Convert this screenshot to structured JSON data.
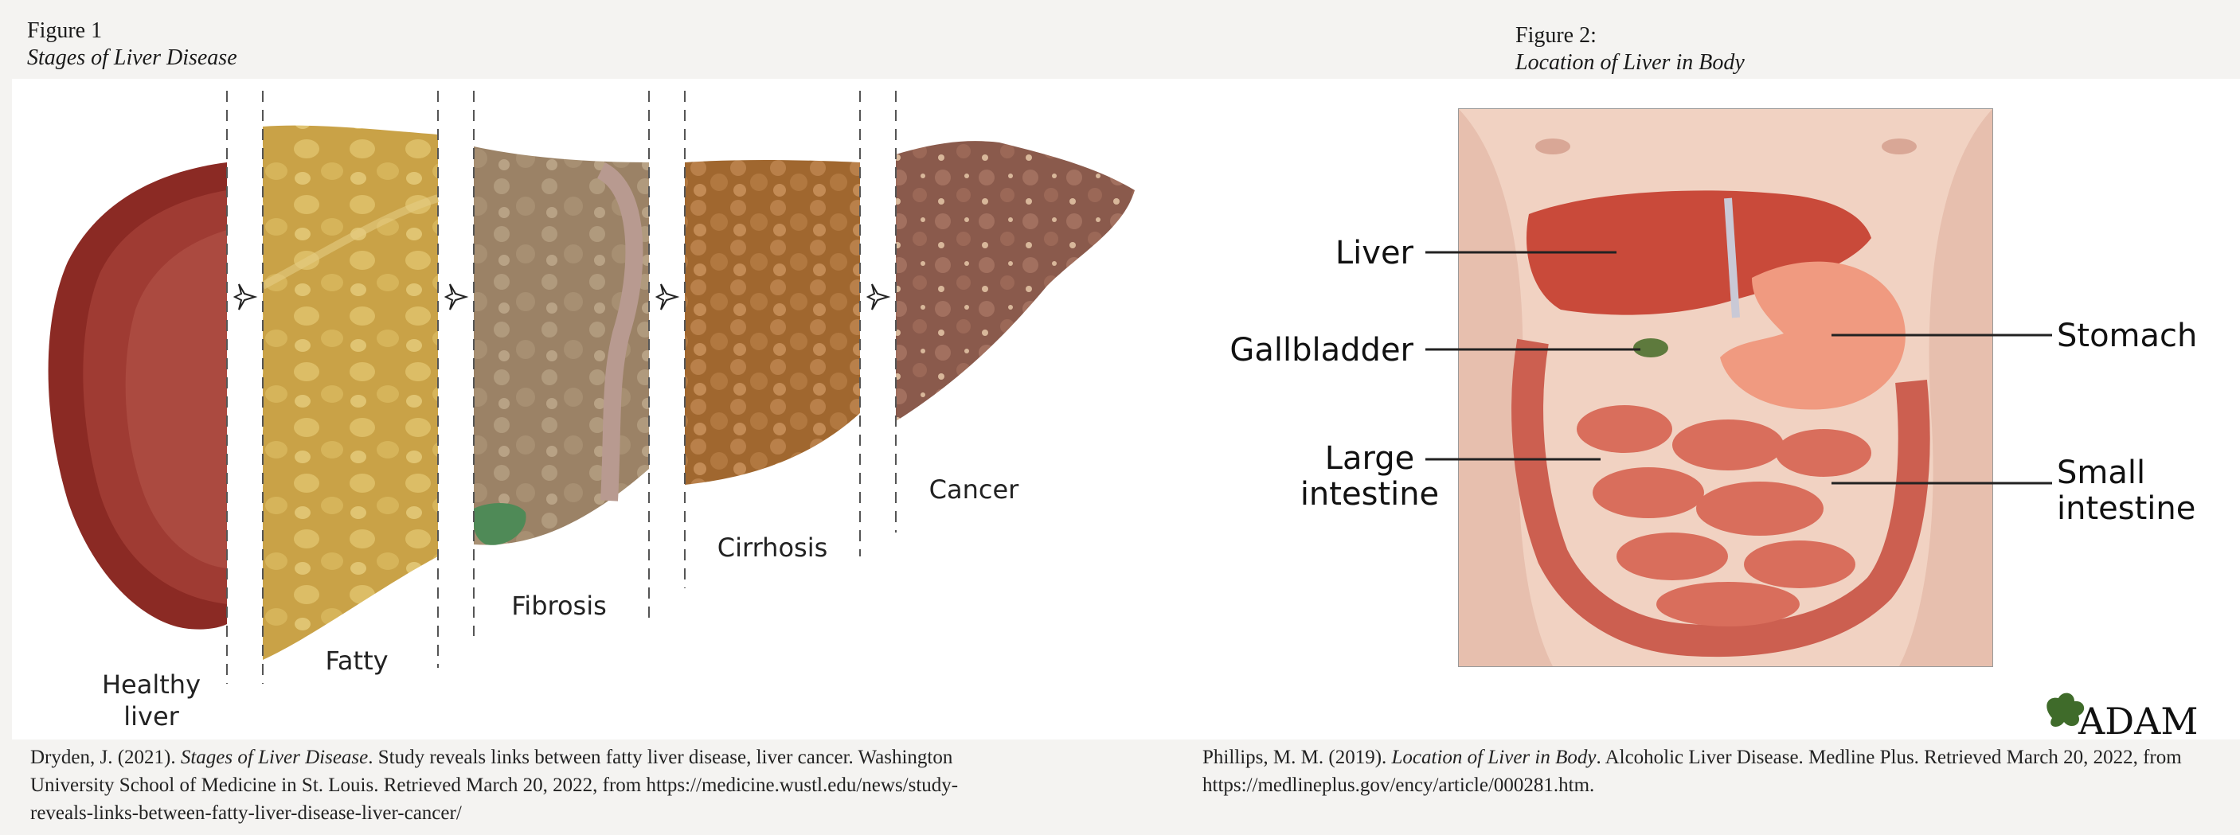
{
  "figure1": {
    "number": "Figure 1",
    "title": "Stages of Liver Disease",
    "stages": [
      {
        "line1": "Healthy",
        "line2": "liver"
      },
      {
        "line1": "Fatty",
        "line2": ""
      },
      {
        "line1": "Fibrosis",
        "line2": ""
      },
      {
        "line1": "Cirrhosis",
        "line2": ""
      },
      {
        "line1": "Cancer",
        "line2": ""
      }
    ],
    "citation": {
      "author": "Dryden, J. (2021). ",
      "title": "Stages of Liver Disease",
      "rest": ". Study reveals links between fatty liver disease, liver cancer. Washington University School of Medicine in St. Louis. Retrieved March 20, 2022, from https://medicine.wustl.edu/news/study-reveals-links-between-fatty-liver-disease-liver-cancer/"
    }
  },
  "figure2": {
    "number": "Figure 2:",
    "title": "Location of Liver in Body",
    "labels": {
      "liver": "Liver",
      "gallbladder": "Gallbladder",
      "large_intestine_1": "Large",
      "large_intestine_2": "intestine",
      "stomach": "Stomach",
      "small_intestine_1": "Small",
      "small_intestine_2": "intestine"
    },
    "logo_text": "ADAM",
    "citation": {
      "author": "Phillips, M. M. (2019). ",
      "title": "Location of Liver in Body",
      "rest": ". Alcoholic Liver Disease. Medline Plus. Retrieved March 20, 2022, from https://medlineplus.gov/ency/article/000281.htm."
    }
  }
}
